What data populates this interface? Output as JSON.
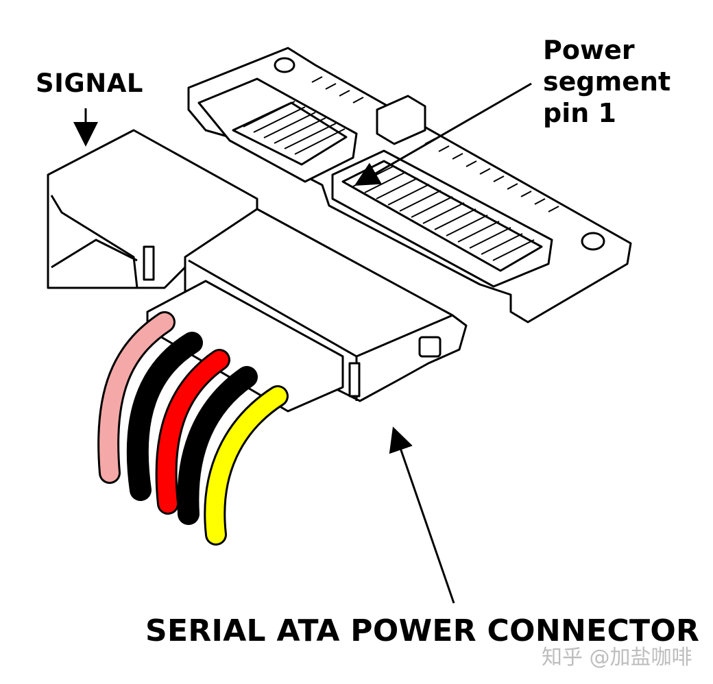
{
  "labels": {
    "signal": "SIGNAL",
    "power_segment": [
      "Power",
      "segment",
      "pin 1"
    ],
    "connector_title": "SERIAL ATA POWER CONNECTOR"
  },
  "watermark": "知乎 @加盐咖啡",
  "wire_colors": [
    "#f4a9a8",
    "#000000",
    "#ff0000",
    "#000000",
    "#ffff00"
  ],
  "outline_color": "#000000"
}
